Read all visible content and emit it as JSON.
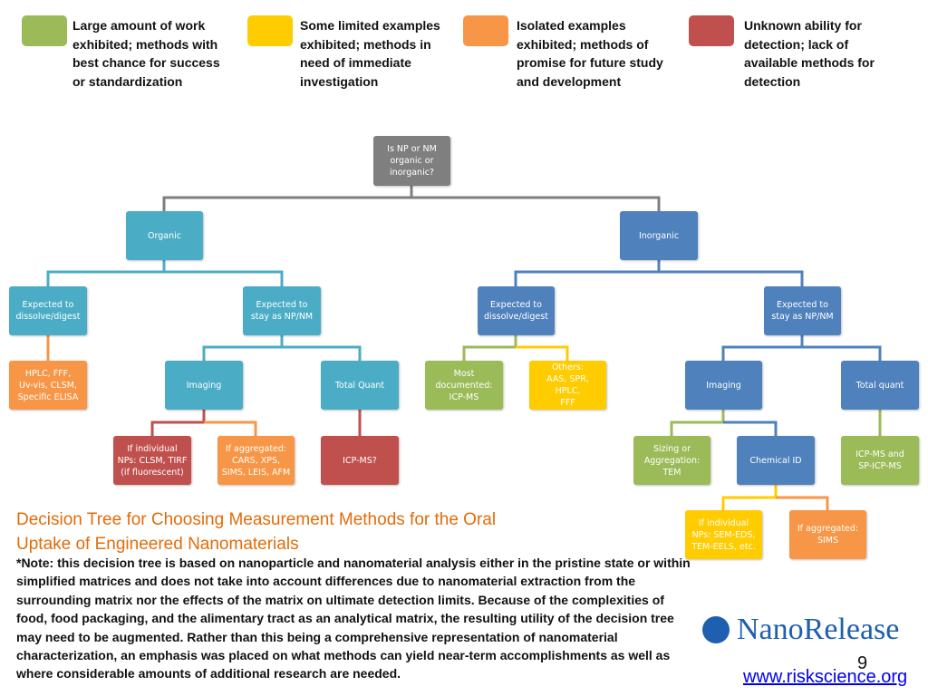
{
  "legend": [
    {
      "color": "#9bbb59",
      "text": "Large amount of work exhibited; methods with best chance for success or standardization"
    },
    {
      "color": "#ffcc00",
      "text": "Some limited examples exhibited; methods in need of immediate investigation"
    },
    {
      "color": "#f79646",
      "text": "Isolated examples exhibited; methods of promise for future study and development"
    },
    {
      "color": "#c0504d",
      "text": "Unknown ability for detection; lack of available methods for detection"
    }
  ],
  "tree": {
    "root": "Is NP or NM\norganic or\ninorganic?",
    "organic": "Organic",
    "inorganic": "Inorganic",
    "org_dissolve": "Expected to\ndissolve/digest",
    "org_stay": "Expected to\nstay as NP/NM",
    "inorg_dissolve": "Expected to\ndissolve/digest",
    "inorg_stay": "Expected to\nstay as NP/NM",
    "hplc": "HPLC, FFF,\nUv-vis, CLSM,\nSpecific ELISA",
    "org_imaging": "Imaging",
    "org_total": "Total Quant",
    "most_doc": "Most\ndocumented:\nICP-MS",
    "others": "Others:\nAAS, SPR, HPLC,\nFFF",
    "inorg_imaging": "Imaging",
    "inorg_total": "Total quant",
    "org_individual": "If individual\nNPs: CLSM, TIRF\n(if fluorescent)",
    "org_aggregated": "If aggregated:\nCARS, XPS,\nSIMS, LEIS, AFM",
    "icpms_q": "ICP-MS?",
    "sizing": "Sizing or\nAggregation:\nTEM",
    "chem_id": "Chemical ID",
    "icpms_sp": "ICP-MS and\nSP-ICP-MS",
    "inorg_individual": "If individual\nNPs: SEM-EDS,\nTEM-EELS, etc.",
    "inorg_aggregated": "If aggregated:\nSIMS"
  },
  "title_line1": "Decision Tree for Choosing Measurement Methods for the Oral",
  "title_line2": "Uptake of Engineered Nanomaterials",
  "note": "*Note: this decision tree is based on nanoparticle and nanomaterial analysis either in the pristine state or within simplified matrices and does not take into account differences due to nanomaterial extraction from the surrounding matrix nor the effects of the matrix on ultimate detection limits. Because of the complexities of food, food packaging, and the alimentary tract as an analytical matrix, the resulting utility of the decision tree may need to be augmented. Rather than this being a comprehensive representation of nanomaterial characterization, an emphasis was placed on what methods can yield near-term accomplishments as well as where considerable amounts of additional research are needed.",
  "logo_text": "NanoRelease",
  "page_number": "9",
  "website": "www.riskscience.org"
}
